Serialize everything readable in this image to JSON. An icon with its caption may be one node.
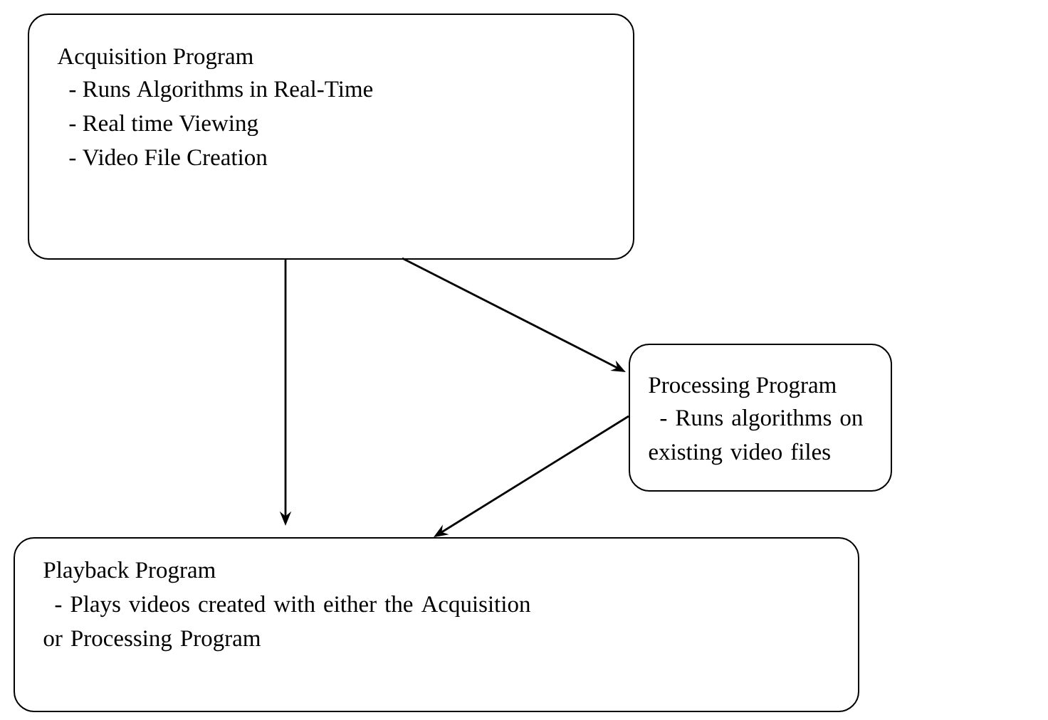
{
  "diagram": {
    "nodes": [
      {
        "text": [
          "Acquisition Program",
          "- Runs Algorithms in Real-Time",
          "- Real time Viewing",
          "- Video File Creation"
        ]
      },
      {
        "text": [
          "Processing Program",
          "- Runs algorithms on existing video files"
        ]
      },
      {
        "text": [
          "Playback Program",
          "- Plays videos created with either the Acquisition or Processing Program"
        ]
      }
    ],
    "edges": [
      {
        "from": 0,
        "to": 2,
        "arrow": "to"
      },
      {
        "from": 0,
        "to": 1,
        "arrow": "to"
      },
      {
        "from": 1,
        "to": 2,
        "arrow": "to"
      }
    ]
  }
}
